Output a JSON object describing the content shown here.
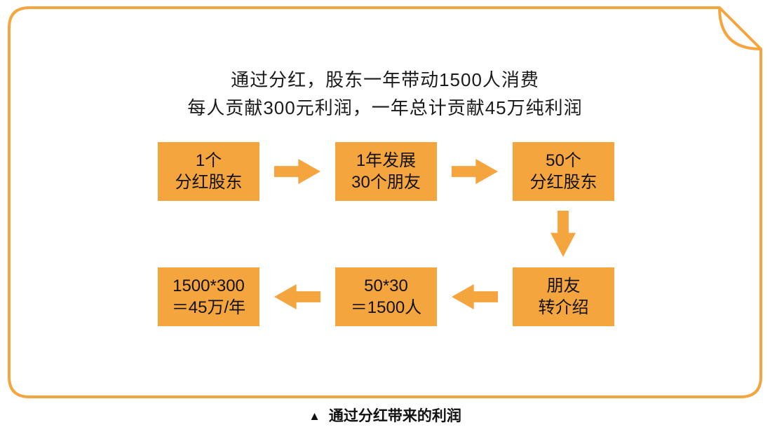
{
  "colors": {
    "accent": "#F5A53E",
    "text": "#1A1A1A"
  },
  "title": {
    "line1": "通过分红，股东一年带动1500人消费",
    "line2": "每人贡献300元利润，一年总计贡献45万纯利润"
  },
  "flow": {
    "boxes": [
      {
        "line1": "1个",
        "line2": "分红股东"
      },
      {
        "line1": "1年发展",
        "line2": "30个朋友"
      },
      {
        "line1": "50个",
        "line2": "分红股东"
      },
      {
        "line1": "朋友",
        "line2": "转介绍"
      },
      {
        "line1": "50*30",
        "line2": "＝1500人"
      },
      {
        "line1": "1500*300",
        "line2": "＝45万/年"
      }
    ]
  },
  "caption": {
    "marker": "▲",
    "text": "通过分红带来的利润"
  }
}
